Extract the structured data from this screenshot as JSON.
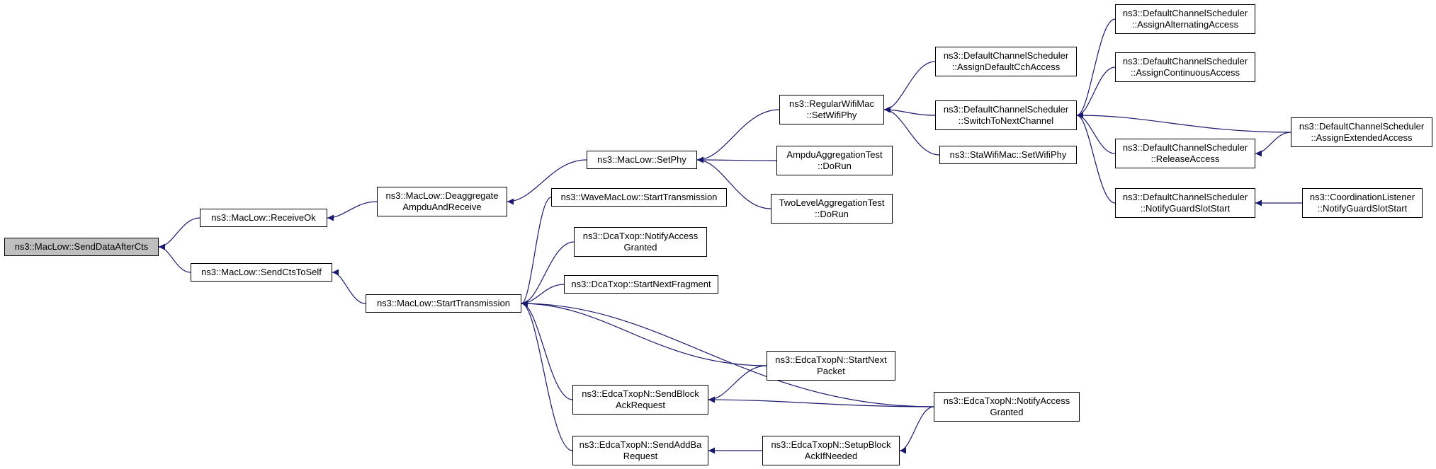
{
  "graph": {
    "colors": {
      "edge": "#191970",
      "root_fill": "#bfbfbf",
      "node_fill": "#ffffff",
      "node_border": "#000000"
    },
    "nodes": [
      {
        "id": "n_root",
        "lines": [
          "ns3::MacLow::SendDataAfterCts"
        ],
        "root": true
      },
      {
        "id": "n_receiveok",
        "lines": [
          "ns3::MacLow::ReceiveOk"
        ]
      },
      {
        "id": "n_sendctstoself",
        "lines": [
          "ns3::MacLow::SendCtsToSelf"
        ]
      },
      {
        "id": "n_deaggregate",
        "lines": [
          "ns3::MacLow::Deaggregate",
          "AmpduAndReceive"
        ]
      },
      {
        "id": "n_starttransmission",
        "lines": [
          "ns3::MacLow::StartTransmission"
        ]
      },
      {
        "id": "n_setphy",
        "lines": [
          "ns3::MacLow::SetPhy"
        ]
      },
      {
        "id": "n_wavemaclow",
        "lines": [
          "ns3::WaveMacLow::StartTransmission"
        ]
      },
      {
        "id": "n_dcanotify",
        "lines": [
          "ns3::DcaTxop::NotifyAccess",
          "Granted"
        ]
      },
      {
        "id": "n_dcanextfrag",
        "lines": [
          "ns3::DcaTxop::StartNextFragment"
        ]
      },
      {
        "id": "n_edcasendblockack",
        "lines": [
          "ns3::EdcaTxopN::SendBlock",
          "AckRequest"
        ]
      },
      {
        "id": "n_edcasendaddba",
        "lines": [
          "ns3::EdcaTxopN::SendAddBa",
          "Request"
        ]
      },
      {
        "id": "n_regularsetwifiphy",
        "lines": [
          "ns3::RegularWifiMac",
          "::SetWifiPhy"
        ]
      },
      {
        "id": "n_ampdutest",
        "lines": [
          "AmpduAggregationTest",
          "::DoRun"
        ]
      },
      {
        "id": "n_twoleveltest",
        "lines": [
          "TwoLevelAggregationTest",
          "::DoRun"
        ]
      },
      {
        "id": "n_edcastartnext",
        "lines": [
          "ns3::EdcaTxopN::StartNext",
          "Packet"
        ]
      },
      {
        "id": "n_edcasetupblock",
        "lines": [
          "ns3::EdcaTxopN::SetupBlock",
          "AckIfNeeded"
        ]
      },
      {
        "id": "n_assigndefault",
        "lines": [
          "ns3::DefaultChannelScheduler",
          "::AssignDefaultCchAccess"
        ]
      },
      {
        "id": "n_switchtonext",
        "lines": [
          "ns3::DefaultChannelScheduler",
          "::SwitchToNextChannel"
        ]
      },
      {
        "id": "n_stasetwifiphy",
        "lines": [
          "ns3::StaWifiMac::SetWifiPhy"
        ]
      },
      {
        "id": "n_edcanotify",
        "lines": [
          "ns3::EdcaTxopN::NotifyAccess",
          "Granted"
        ]
      },
      {
        "id": "n_assignalternating",
        "lines": [
          "ns3::DefaultChannelScheduler",
          "::AssignAlternatingAccess"
        ]
      },
      {
        "id": "n_assigncontinuous",
        "lines": [
          "ns3::DefaultChannelScheduler",
          "::AssignContinuousAccess"
        ]
      },
      {
        "id": "n_releaseaccess",
        "lines": [
          "ns3::DefaultChannelScheduler",
          "::ReleaseAccess"
        ]
      },
      {
        "id": "n_notifyguard",
        "lines": [
          "ns3::DefaultChannelScheduler",
          "::NotifyGuardSlotStart"
        ]
      },
      {
        "id": "n_assignextended",
        "lines": [
          "ns3::DefaultChannelScheduler",
          "::AssignExtendedAccess"
        ]
      },
      {
        "id": "n_coordinationlistener",
        "lines": [
          "ns3::CoordinationListener",
          "::NotifyGuardSlotStart"
        ]
      }
    ],
    "edges": [
      {
        "from": "n_receiveok",
        "to": "n_root"
      },
      {
        "from": "n_sendctstoself",
        "to": "n_root"
      },
      {
        "from": "n_deaggregate",
        "to": "n_receiveok"
      },
      {
        "from": "n_starttransmission",
        "to": "n_sendctstoself"
      },
      {
        "from": "n_setphy",
        "to": "n_deaggregate"
      },
      {
        "from": "n_wavemaclow",
        "to": "n_starttransmission"
      },
      {
        "from": "n_dcanotify",
        "to": "n_starttransmission"
      },
      {
        "from": "n_dcanextfrag",
        "to": "n_starttransmission"
      },
      {
        "from": "n_edcanotify",
        "to": "n_starttransmission"
      },
      {
        "from": "n_edcastartnext",
        "to": "n_starttransmission"
      },
      {
        "from": "n_edcasendblockack",
        "to": "n_starttransmission"
      },
      {
        "from": "n_edcasendaddba",
        "to": "n_starttransmission"
      },
      {
        "from": "n_regularsetwifiphy",
        "to": "n_setphy"
      },
      {
        "from": "n_ampdutest",
        "to": "n_setphy"
      },
      {
        "from": "n_twoleveltest",
        "to": "n_setphy"
      },
      {
        "from": "n_edcastartnext",
        "to": "n_edcasendblockack"
      },
      {
        "from": "n_edcanotify",
        "to": "n_edcasendblockack"
      },
      {
        "from": "n_edcasetupblock",
        "to": "n_edcasendaddba"
      },
      {
        "from": "n_edcanotify",
        "to": "n_edcasetupblock"
      },
      {
        "from": "n_assigndefault",
        "to": "n_regularsetwifiphy"
      },
      {
        "from": "n_switchtonext",
        "to": "n_regularsetwifiphy"
      },
      {
        "from": "n_stasetwifiphy",
        "to": "n_regularsetwifiphy"
      },
      {
        "from": "n_assignalternating",
        "to": "n_switchtonext"
      },
      {
        "from": "n_assigncontinuous",
        "to": "n_switchtonext"
      },
      {
        "from": "n_assignextended",
        "to": "n_switchtonext"
      },
      {
        "from": "n_releaseaccess",
        "to": "n_switchtonext"
      },
      {
        "from": "n_notifyguard",
        "to": "n_switchtonext"
      },
      {
        "from": "n_assignextended",
        "to": "n_releaseaccess"
      },
      {
        "from": "n_coordinationlistener",
        "to": "n_notifyguard"
      }
    ]
  }
}
